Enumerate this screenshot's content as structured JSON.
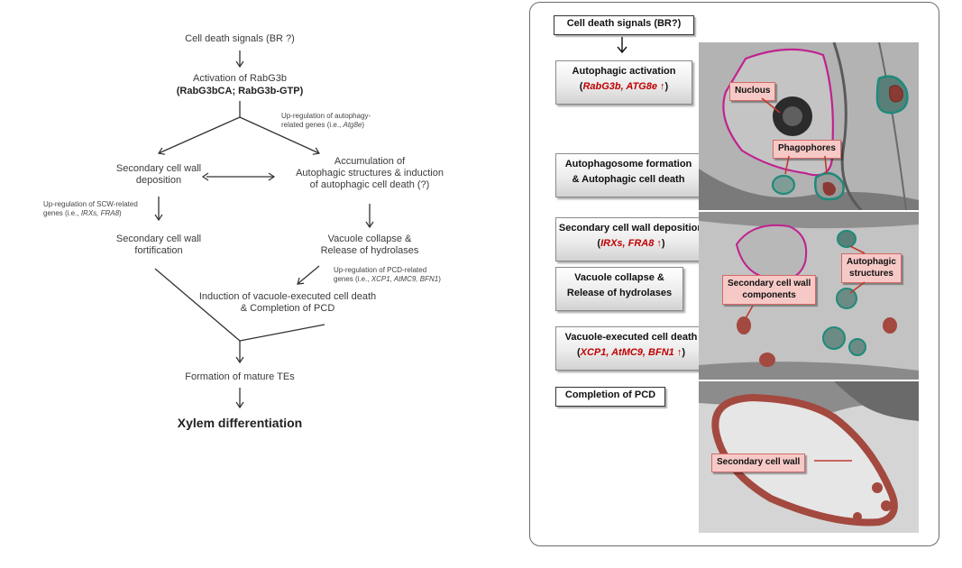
{
  "left_flowchart": {
    "cell_death_signals": "Cell death signals (BR ?)",
    "activation_line1": "Activation of RabG3b",
    "activation_line2": "(RabG3bCA; RabG3b-GTP)",
    "upreg_autophagy_line1": "Up-regulation of autophagy-",
    "upreg_autophagy_line2_prefix": "related genes (i.e., ",
    "upreg_autophagy_gene": "Atg8e",
    "upreg_autophagy_suffix": ")",
    "scw_deposition_line1": "Secondary cell wall",
    "scw_deposition_line2": "deposition",
    "accumulation_line1": "Accumulation of",
    "accumulation_line2": "Autophagic structures & induction",
    "accumulation_line3": "of autophagic cell death (?)",
    "upreg_scw_line1": "Up-regulation of SCW-related",
    "upreg_scw_line2_prefix": "genes (i.e., ",
    "upreg_scw_genes": "IRXs, FRA8",
    "upreg_scw_suffix": ")",
    "scw_fortification_line1": "Secondary cell wall",
    "scw_fortification_line2": "fortification",
    "vacuole_collapse_line1": "Vacuole collapse &",
    "vacuole_collapse_line2": "Release of hydrolases",
    "upreg_pcd_line1": "Up-regulation of PCD-related",
    "upreg_pcd_line2_prefix": "genes (i.e., ",
    "upreg_pcd_genes": "XCP1, AtMC9, BFN1",
    "upreg_pcd_suffix": ")",
    "induction_line1": "Induction of vacuole-executed cell death",
    "induction_line2": "& Completion of PCD",
    "mature_tes": "Formation of mature TEs",
    "xylem": "Xylem differentiation"
  },
  "right_panel": {
    "cell_death_signals": "Cell death signals (BR?)",
    "autophagic_activation": "Autophagic activation",
    "autophagic_activation_genes": "RabG3b, ATG8e ↑",
    "autophagosome_line1": "Autophagosome formation",
    "autophagosome_line2": "& Autophagic cell death",
    "scw_deposition": "Secondary cell wall deposition",
    "scw_genes": "IRXs, FRA8 ↑",
    "vacuole_line1": "Vacuole collapse &",
    "vacuole_line2": "Release of hydrolases",
    "vacuole_executed": "Vacuole-executed cell death",
    "vacuole_executed_genes": "XCP1, AtMC9, BFN1 ↑",
    "completion_pcd": "Completion of PCD",
    "callouts": {
      "nucleus": "Nuclous",
      "phagophores": "Phagophores",
      "autophagic_structures_line1": "Autophagic",
      "autophagic_structures_line2": "structures",
      "scw_components_line1": "Secondary cell wall",
      "scw_components_line2": "components",
      "secondary_cell_wall": "Secondary cell wall"
    }
  },
  "colors": {
    "gene_red": "#c00000",
    "callout_fill": "#f6c9c7",
    "nucleus_outline": "#c0228f",
    "autophagic_teal": "#1f8a7a",
    "cell_wall_fill": "#a3493f"
  }
}
